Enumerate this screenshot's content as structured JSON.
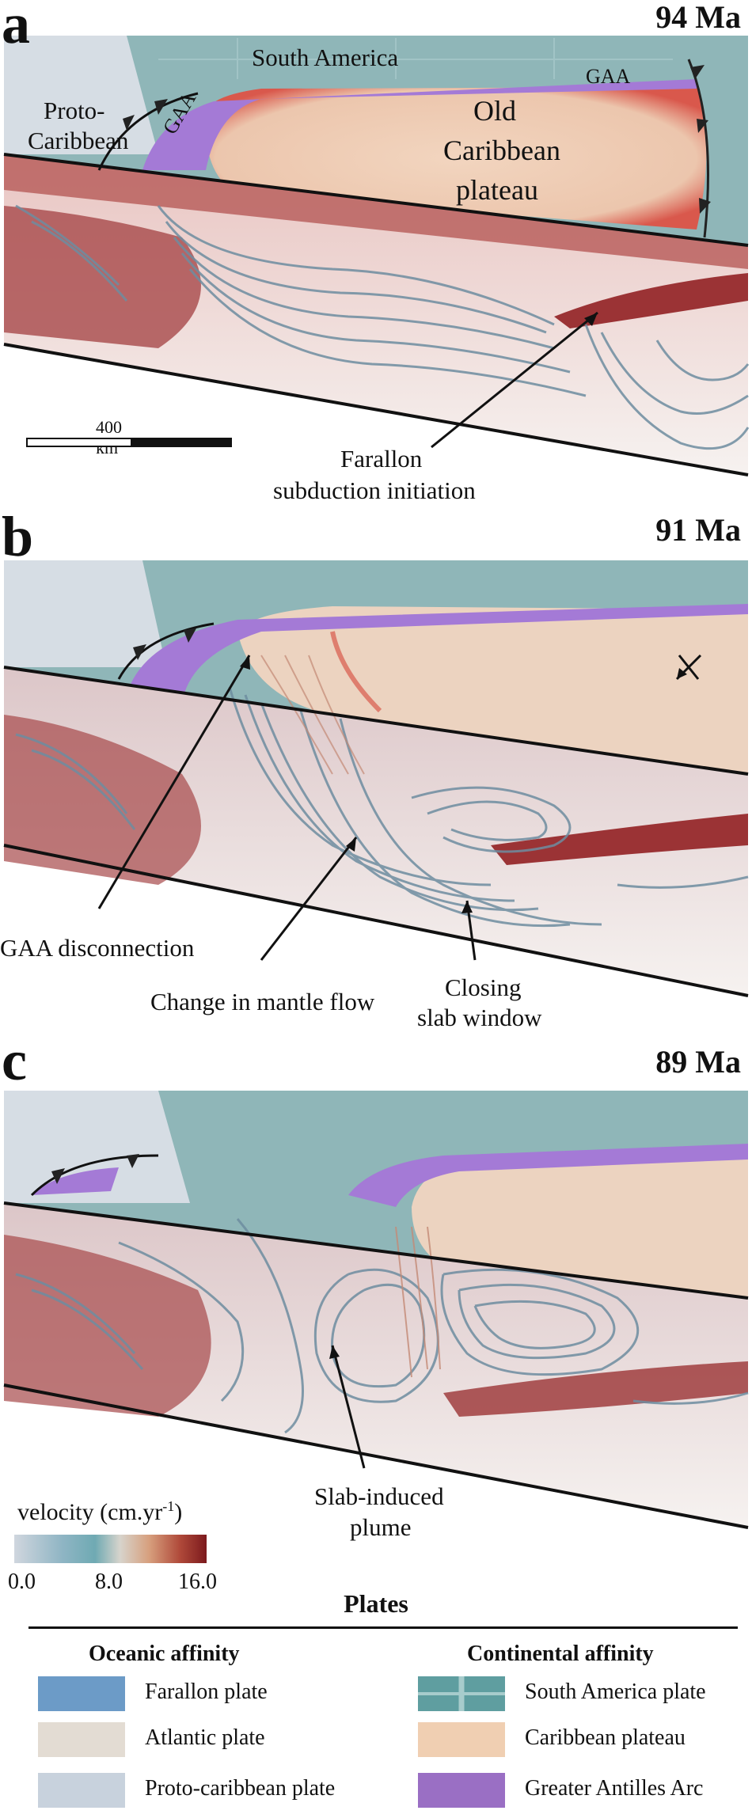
{
  "panels": [
    {
      "letter": "a",
      "age": "94 Ma",
      "labels": {
        "south_america": "South America",
        "proto_caribbean_1": "Proto-",
        "proto_caribbean_2": "Caribbean",
        "gaa_left": "GAA",
        "gaa_right": "GAA",
        "old_plateau_1": "Old",
        "old_plateau_2": "Caribbean",
        "old_plateau_3": "plateau",
        "farallon_1": "Farallon",
        "farallon_2": "subduction initiation",
        "scale": "400 km"
      }
    },
    {
      "letter": "b",
      "age": "91 Ma",
      "labels": {
        "gaa_disconnection": "GAA disconnection",
        "mantle_flow": "Change in mantle flow",
        "closing_1": "Closing",
        "closing_2": "slab window"
      }
    },
    {
      "letter": "c",
      "age": "89 Ma",
      "labels": {
        "plume_1": "Slab-induced",
        "plume_2": "plume"
      }
    }
  ],
  "colorbar": {
    "title": "velocity (cm.yr",
    "title_sup": "-1",
    "title_end": ")",
    "ticks": [
      "0.0",
      "8.0",
      "16.0"
    ]
  },
  "legend": {
    "title": "Plates",
    "oceanic": {
      "heading": "Oceanic affinity",
      "items": [
        {
          "label": "Farallon plate",
          "color": "#6c9bc7"
        },
        {
          "label": "Atlantic plate",
          "color": "#e3dcd3"
        },
        {
          "label": "Proto-caribbean plate",
          "color": "#c8d2dd"
        }
      ]
    },
    "continental": {
      "heading": "Continental affinity",
      "items": [
        {
          "label": "South America plate",
          "color": "#5f9ea0"
        },
        {
          "label": "Caribbean plateau",
          "color": "#f0cfb2"
        },
        {
          "label": "Greater Antilles Arc",
          "color": "#9a6fc4"
        }
      ]
    }
  },
  "colors": {
    "ocean_teal": "#8fb5b9",
    "plateau": "#efd2bd",
    "arc": "#a47ad6",
    "slab_red": "#9b3d3f",
    "streamline": "#6e8da0",
    "mantle": "#f4eeea"
  }
}
